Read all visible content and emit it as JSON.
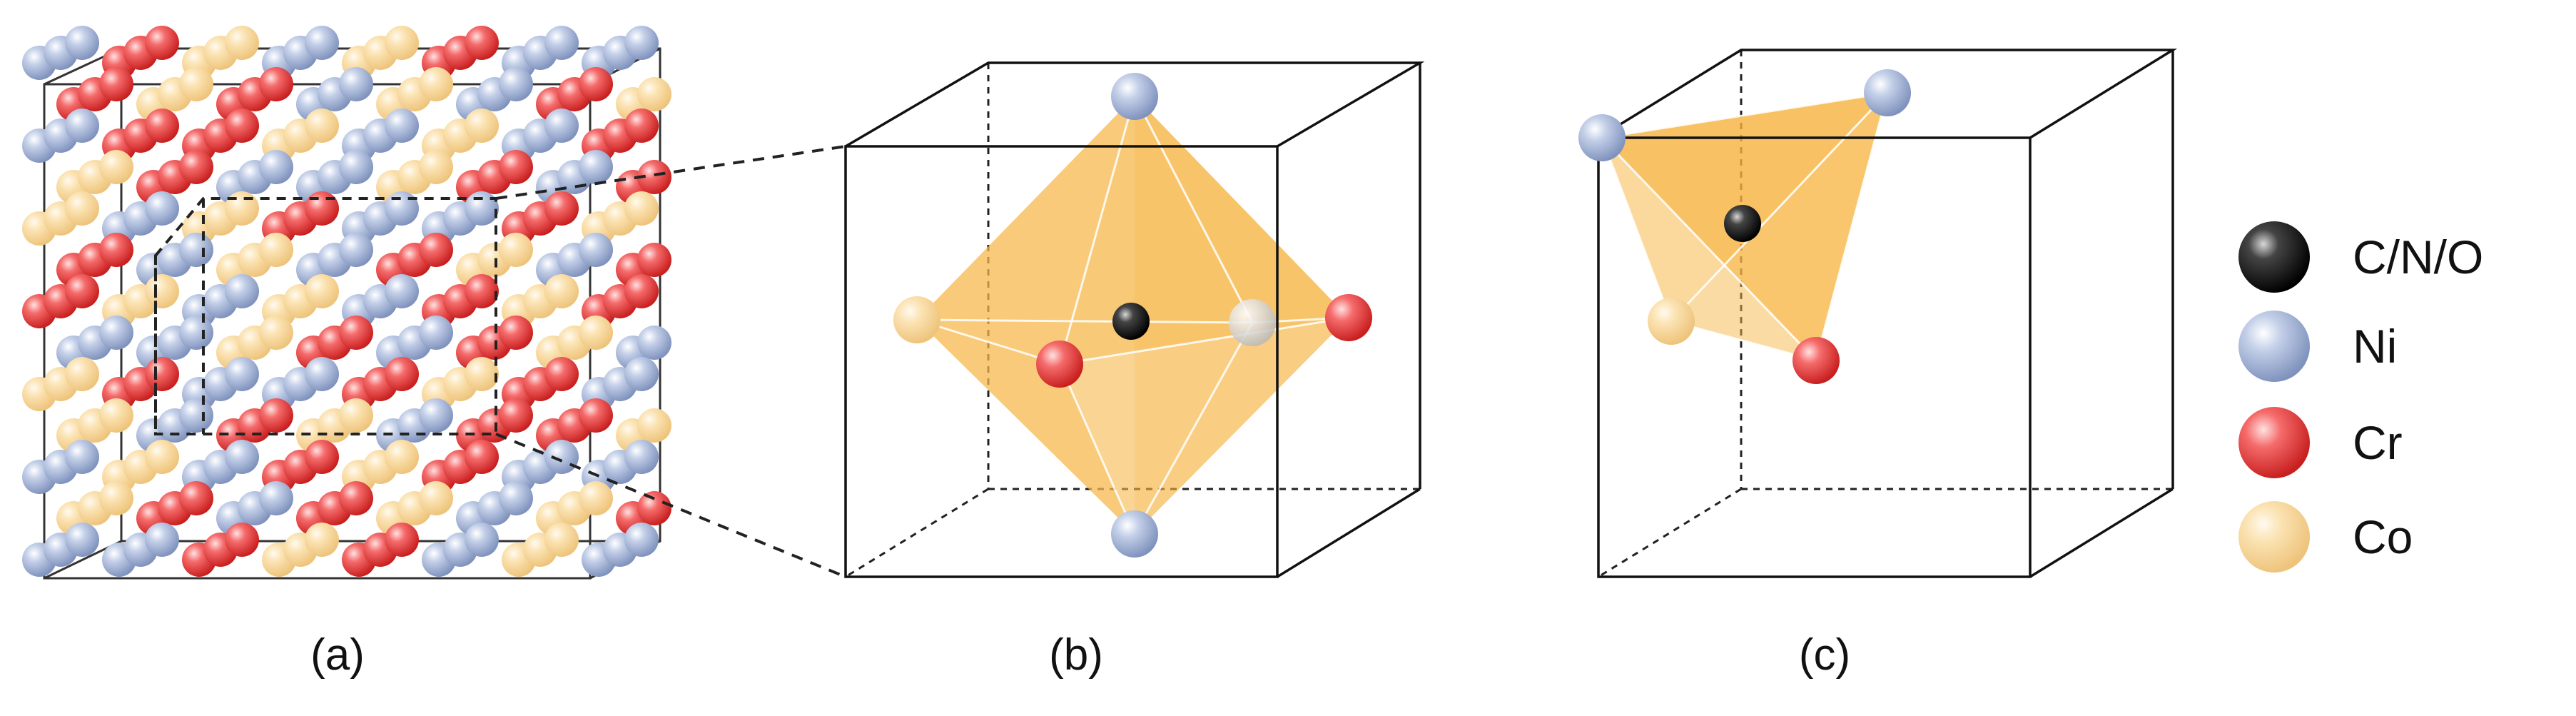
{
  "panels": {
    "a": {
      "label": "(a)"
    },
    "b": {
      "label": "(b)"
    },
    "c": {
      "label": "(c)"
    }
  },
  "legend": {
    "items": [
      {
        "key": "cno",
        "label": "C/N/O",
        "color": "#1a1a1a"
      },
      {
        "key": "ni",
        "label": "Ni",
        "color": "#9fb0d4"
      },
      {
        "key": "cr",
        "label": "Cr",
        "color": "#ef4747"
      },
      {
        "key": "co",
        "label": "Co",
        "color": "#f8d99a"
      }
    ]
  },
  "colors": {
    "polyhedron_fill": "#f7b84a",
    "edge": "#111111"
  },
  "lattice_pattern": [
    "ni",
    "cr",
    "co",
    "ni",
    "co",
    "cr",
    "ni",
    "ni",
    "cr",
    "co",
    "cr",
    "ni",
    "co",
    "ni",
    "cr",
    "co",
    "ni",
    "cr",
    "cr",
    "co",
    "ni",
    "co",
    "ni",
    "cr",
    "co",
    "cr",
    "ni",
    "ni",
    "co",
    "cr"
  ]
}
